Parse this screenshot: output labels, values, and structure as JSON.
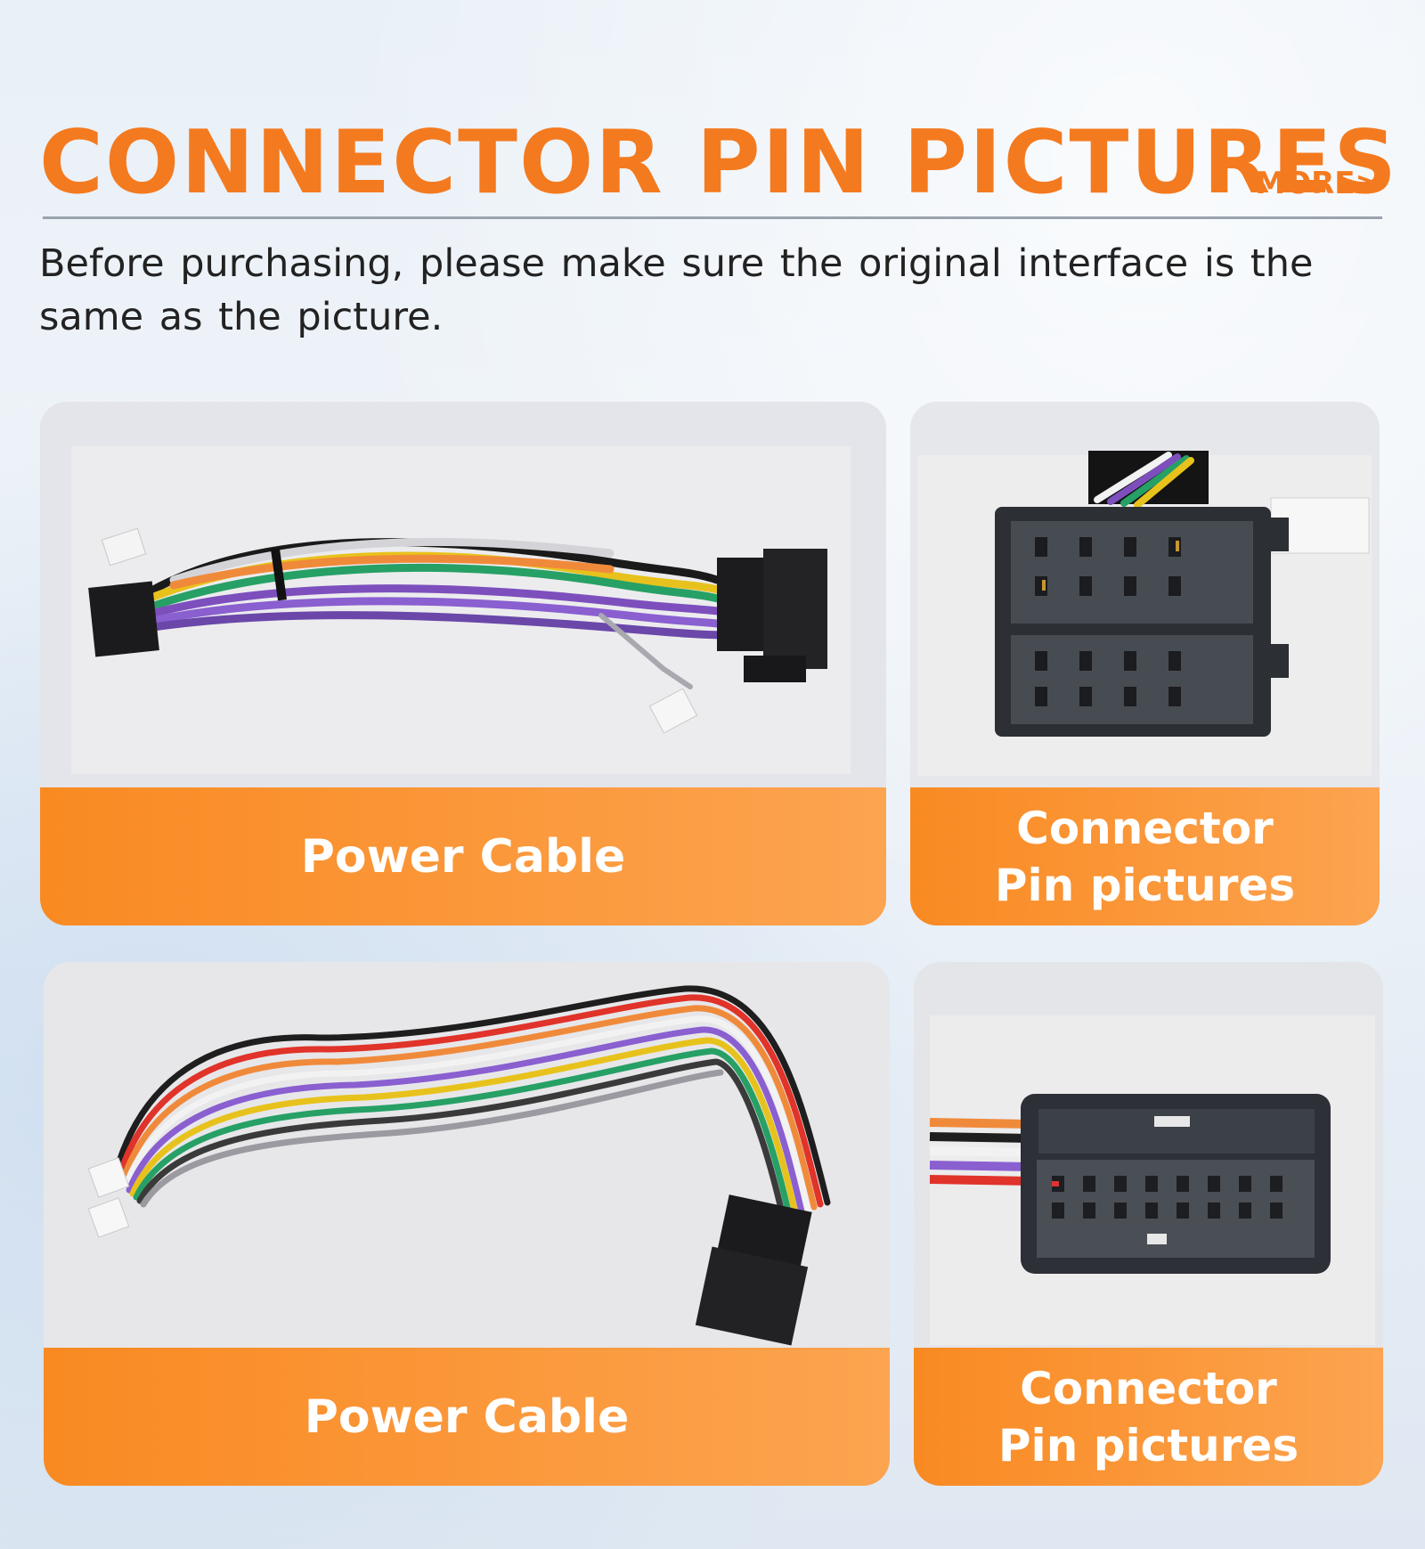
{
  "header": {
    "title": "CONNECTOR PIN PICTURES",
    "more_label": "MORE>",
    "subtitle": "Before purchasing, please make sure the original interface is the same as the picture."
  },
  "cards": [
    {
      "label": "Power Cable",
      "photo": "wiring-harness-photo"
    },
    {
      "label_line1": "Connector",
      "label_line2": "Pin pictures",
      "photo": "iso-connector-photo"
    },
    {
      "label": "Power Cable",
      "photo": "wiring-harness-photo"
    },
    {
      "label_line1": "Connector",
      "label_line2": "Pin pictures",
      "photo": "block-connector-photo"
    }
  ],
  "colors": {
    "accent": "#f47a1f",
    "band_start": "#f98a22",
    "band_end": "#fca450",
    "divider": "#9aa3ad"
  }
}
